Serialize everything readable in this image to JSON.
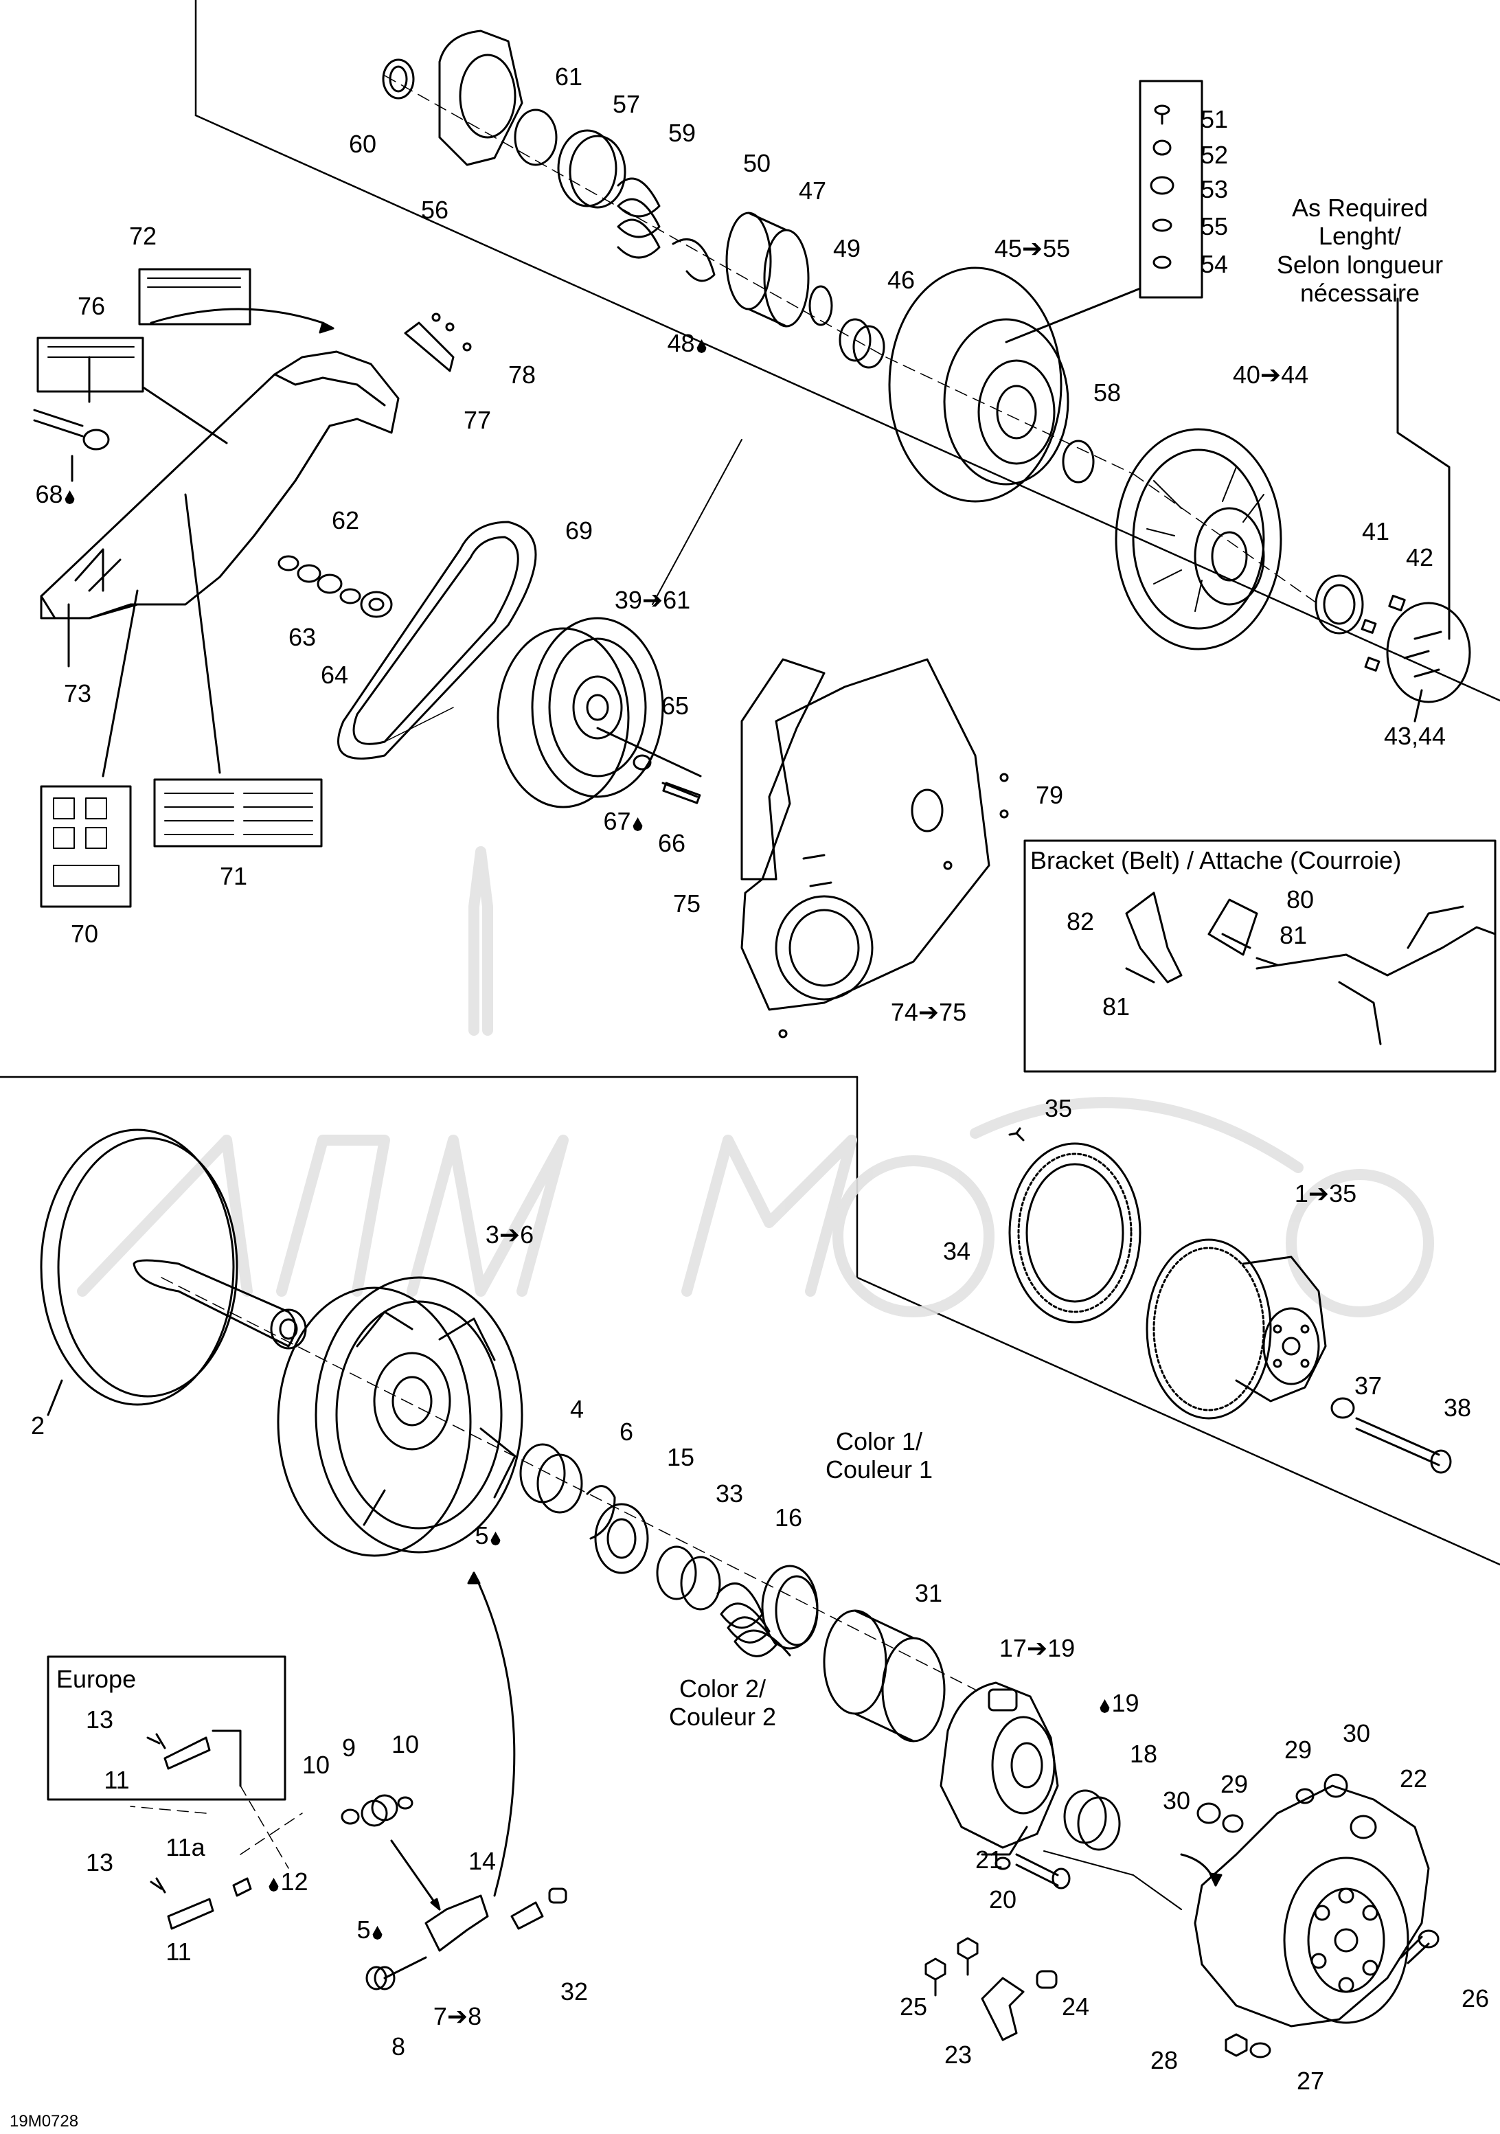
{
  "figure_code": "19M0728",
  "notes": {
    "as_required": [
      "As Required",
      "Lenght/",
      "Selon longueur",
      "nécessaire"
    ],
    "bracket_box_title": "Bracket (Belt) / Attache (Courroie)",
    "europe_box_title": "Europe",
    "color1": [
      "Color 1/",
      "Couleur 1"
    ],
    "color2": [
      "Color 2/",
      "Couleur 2"
    ]
  },
  "callouts": {
    "c60": "60",
    "c61": "61",
    "c57": "57",
    "c59": "59",
    "c56": "56",
    "c50": "50",
    "c47": "47",
    "c49": "49",
    "c46": "46",
    "c48": "48",
    "c45_55": "45➔55",
    "c51": "51",
    "c52": "52",
    "c53": "53",
    "c55": "55",
    "c54": "54",
    "c72": "72",
    "c76": "76",
    "c78": "78",
    "c77": "77",
    "c68": "68",
    "c58": "58",
    "c40_44": "40➔44",
    "c62": "62",
    "c69": "69",
    "c63": "63",
    "c64": "64",
    "c39_61": "39➔61",
    "c41": "41",
    "c42": "42",
    "c73": "73",
    "c65": "65",
    "c43_44": "43,44",
    "c67": "67",
    "c66": "66",
    "c79": "79",
    "c71": "71",
    "c70": "70",
    "c75": "75",
    "c74_75": "74➔75",
    "c80": "80",
    "c82": "82",
    "c81a": "81",
    "c81b": "81",
    "c35": "35",
    "c1_35": "1➔35",
    "c34": "34",
    "c3_6": "3➔6",
    "c37": "37",
    "c38": "38",
    "c2": "2",
    "c4": "4",
    "c6": "6",
    "c15": "15",
    "c5a": "5",
    "c33": "33",
    "c16": "16",
    "c31": "31",
    "c17_19": "17➔19",
    "c13a": "13",
    "c19": "19",
    "c10a": "10",
    "c9": "9",
    "c10b": "10",
    "c11a": "11",
    "c18": "18",
    "c29a": "29",
    "c30a": "30",
    "c22": "22",
    "c30b": "30",
    "c29b": "29",
    "c11a_lbl": "11a",
    "c13b": "13",
    "c12": "12",
    "c14": "14",
    "c21": "21",
    "c20": "20",
    "c11b": "11",
    "c5b": "5",
    "c32": "32",
    "c25": "25",
    "c24": "24",
    "c26": "26",
    "c7_8": "7➔8",
    "c8": "8",
    "c23": "23",
    "c28": "28",
    "c27": "27"
  }
}
